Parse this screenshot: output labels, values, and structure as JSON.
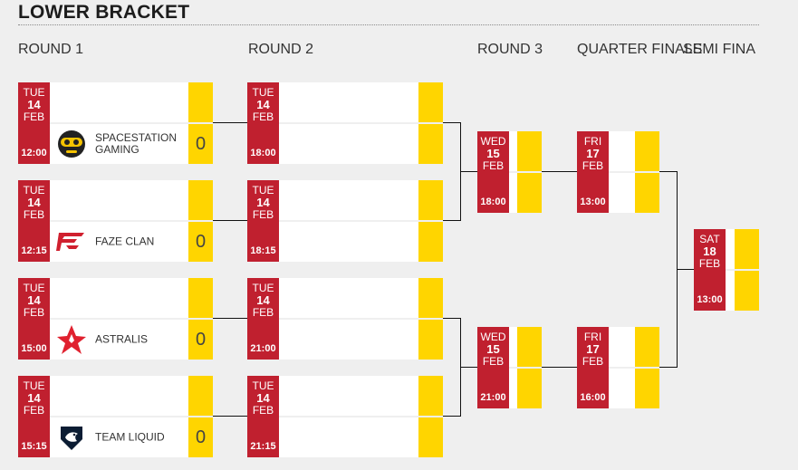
{
  "header": {
    "title": "LOWER BRACKET"
  },
  "rounds": [
    "ROUND 1",
    "ROUND 2",
    "ROUND 3",
    "QUARTER FINALS",
    "SEMI FINA"
  ],
  "colors": {
    "date_bg": "#c0202f",
    "score_bg": "#ffd500",
    "row_bg": "#ffffff",
    "page_bg": "#efefef"
  },
  "round1": [
    {
      "dow": "TUE",
      "day": "14",
      "month": "FEB",
      "time": "12:00",
      "team": "SPACESTATION GAMING",
      "logo": "spacestation-gaming-logo-icon",
      "score": "0"
    },
    {
      "dow": "TUE",
      "day": "14",
      "month": "FEB",
      "time": "12:15",
      "team": "FAZE CLAN",
      "logo": "faze-clan-logo-icon",
      "score": "0"
    },
    {
      "dow": "TUE",
      "day": "14",
      "month": "FEB",
      "time": "15:00",
      "team": "ASTRALIS",
      "logo": "astralis-logo-icon",
      "score": "0"
    },
    {
      "dow": "TUE",
      "day": "14",
      "month": "FEB",
      "time": "15:15",
      "team": "TEAM LIQUID",
      "logo": "team-liquid-logo-icon",
      "score": "0"
    }
  ],
  "round2": [
    {
      "dow": "TUE",
      "day": "14",
      "month": "FEB",
      "time": "18:00"
    },
    {
      "dow": "TUE",
      "day": "14",
      "month": "FEB",
      "time": "18:15"
    },
    {
      "dow": "TUE",
      "day": "14",
      "month": "FEB",
      "time": "21:00"
    },
    {
      "dow": "TUE",
      "day": "14",
      "month": "FEB",
      "time": "21:15"
    }
  ],
  "round3": [
    {
      "dow": "WED",
      "day": "15",
      "month": "FEB",
      "time": "18:00"
    },
    {
      "dow": "WED",
      "day": "15",
      "month": "FEB",
      "time": "21:00"
    }
  ],
  "quarter_finals": [
    {
      "dow": "FRI",
      "day": "17",
      "month": "FEB",
      "time": "13:00"
    },
    {
      "dow": "FRI",
      "day": "17",
      "month": "FEB",
      "time": "16:00"
    }
  ],
  "semi_finals": [
    {
      "dow": "SAT",
      "day": "18",
      "month": "FEB",
      "time": "13:00"
    }
  ]
}
